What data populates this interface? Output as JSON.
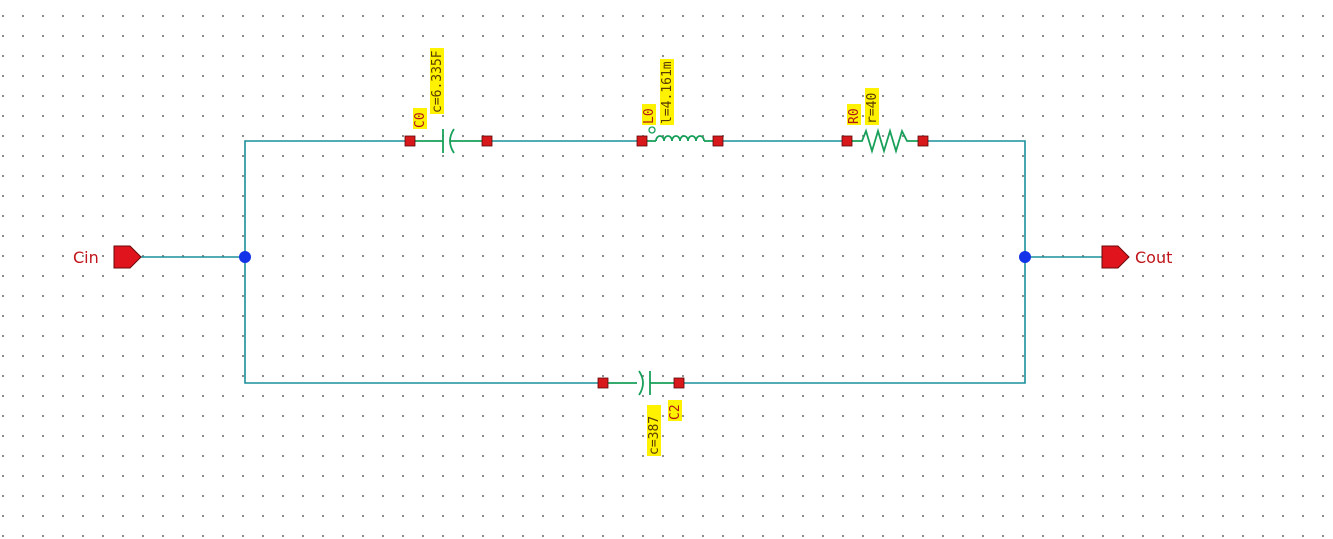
{
  "ports": {
    "input": "Cin",
    "output": "Cout"
  },
  "components": {
    "c0": {
      "name": "C0",
      "value": "c=6.335F"
    },
    "l0": {
      "name": "L0",
      "value": "l=4.161m"
    },
    "r0": {
      "name": "R0",
      "value": "r=40"
    },
    "c2": {
      "name": "C2",
      "value": "c=387"
    }
  },
  "colors": {
    "wire": "#1a8f9a",
    "component": "#18a05a",
    "pin": "#d8191c",
    "junction": "#1432e8",
    "port": "#e0141c",
    "label_highlight": "#fff200"
  }
}
